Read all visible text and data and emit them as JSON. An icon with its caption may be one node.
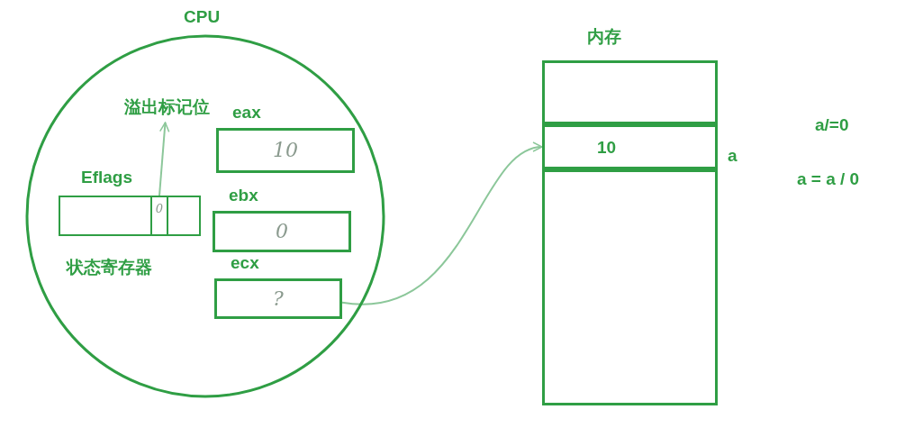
{
  "diagram": {
    "nodes": [
      {
        "text": [
          "CPU"
        ]
      },
      {
        "text": [
          "溢出标记位"
        ],
        "in": 0
      },
      {
        "text": [
          "eax",
          "10"
        ],
        "in": 0
      },
      {
        "text": [
          "Eflags",
          "状态寄存器"
        ],
        "in": 0
      },
      {
        "text": [
          "0"
        ],
        "in": 3
      },
      {
        "text": [
          "ebx",
          "0"
        ],
        "in": 0
      },
      {
        "text": [
          "ecx",
          "?"
        ],
        "in": 0
      },
      {
        "text": [
          "内存"
        ]
      },
      {
        "text": [],
        "shape": "box",
        "in": 7
      },
      {
        "text": [
          "10"
        ],
        "in": 7,
        "beside": [
          "a"
        ]
      },
      {
        "text": [],
        "shape": "box",
        "in": 7
      }
    ],
    "edges": [
      {
        "from": 4,
        "to": 1,
        "arrow": "to"
      },
      {
        "from": 6,
        "to": 9,
        "arrow": "to"
      }
    ],
    "labels": [
      "a/=0",
      "a = a / 0"
    ]
  }
}
